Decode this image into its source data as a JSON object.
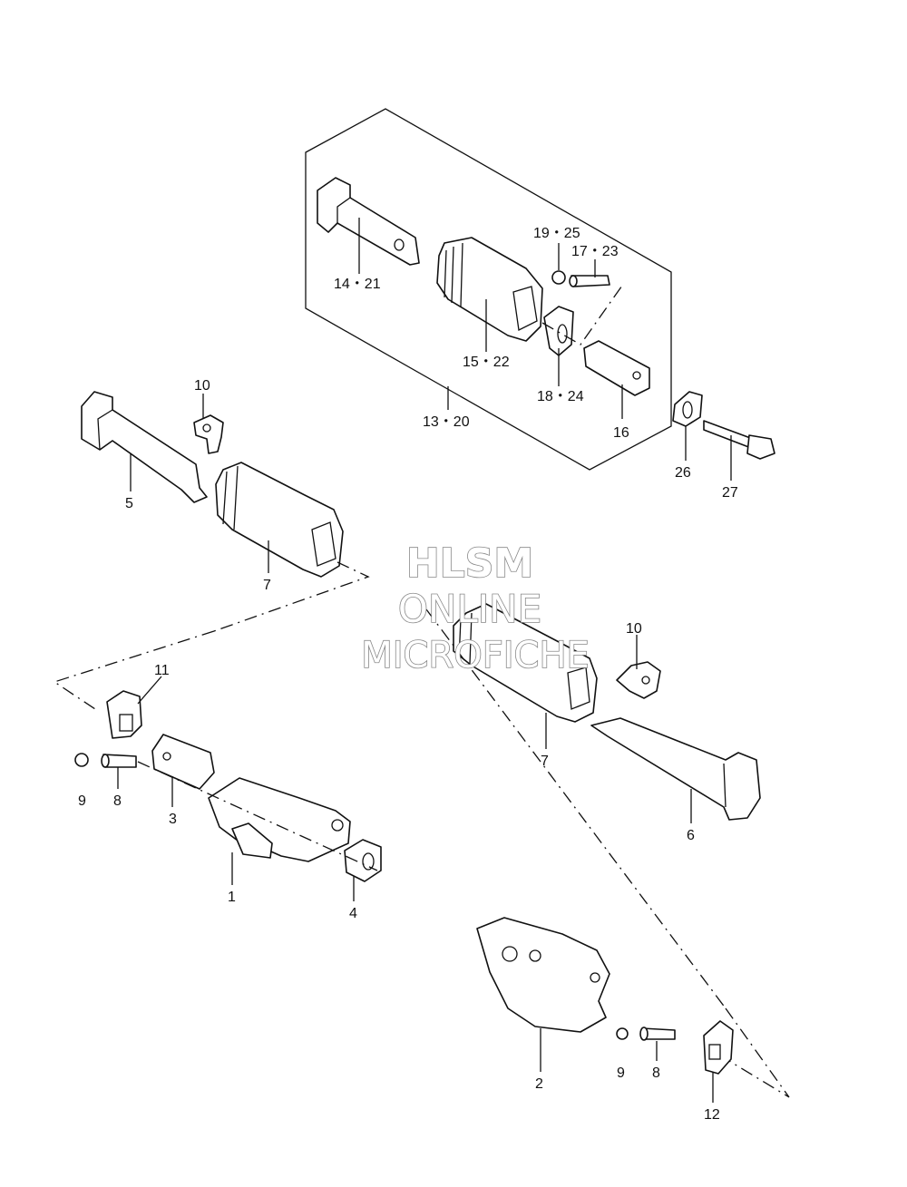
{
  "watermark": {
    "line1": "HLSM",
    "line2": "ONLINE",
    "line3": "MICROFICHE"
  },
  "callouts": {
    "c1": "1",
    "c2": "2",
    "c3": "3",
    "c4": "4",
    "c5": "5",
    "c6": "6",
    "c7a": "7",
    "c7b": "7",
    "c8a": "8",
    "c8b": "8",
    "c9a": "9",
    "c9b": "9",
    "c10a": "10",
    "c10b": "10",
    "c11": "11",
    "c12": "12",
    "c13_20": "13・20",
    "c14_21": "14・21",
    "c15_22": "15・22",
    "c16": "16",
    "c17_23": "17・23",
    "c18_24": "18・24",
    "c19_25": "19・25",
    "c26": "26",
    "c27": "27"
  }
}
